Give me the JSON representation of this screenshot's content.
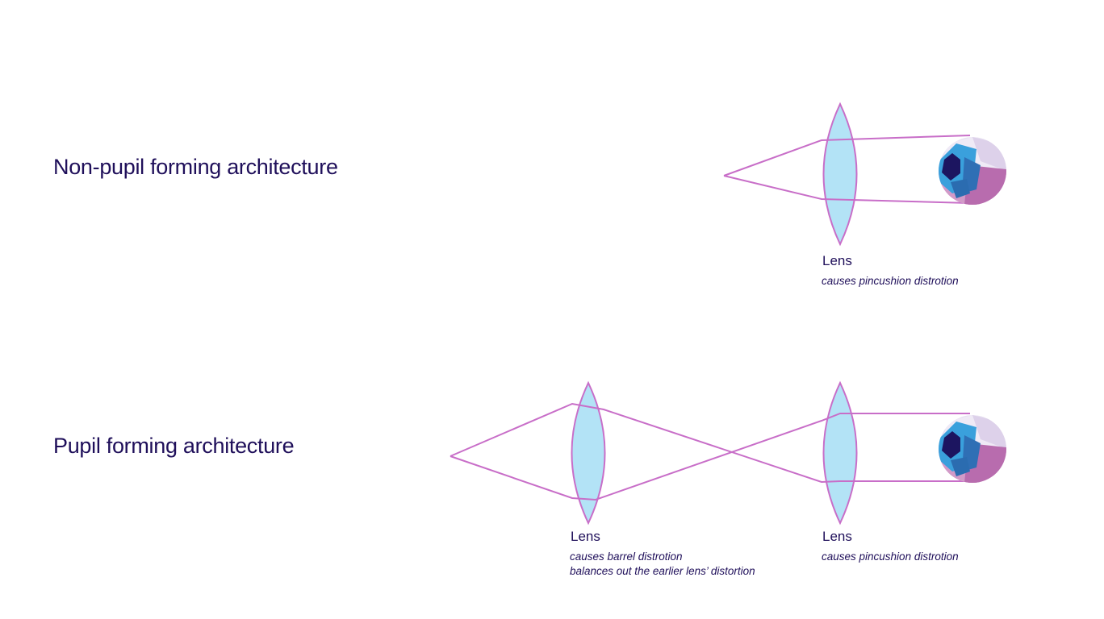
{
  "sections": {
    "non_pupil": {
      "title": "Non-pupil forming architecture",
      "lens": {
        "label": "Lens",
        "note": "causes pincushion distrotion"
      }
    },
    "pupil": {
      "title": "Pupil forming architecture",
      "lens1": {
        "label": "Lens",
        "note_line1": "causes barrel distrotion",
        "note_line2": "balances out the earlier lens’ distortion"
      },
      "lens2": {
        "label": "Lens",
        "note": "causes pincushion distrotion"
      }
    }
  },
  "colors": {
    "text": "#1f0f5a",
    "ray": "#c86ec8",
    "lens_fill": "#b3e3f6",
    "eye_dark": "#1c1560",
    "eye_blue": "#3aa0dc",
    "eye_pink": "#c07ab8"
  }
}
